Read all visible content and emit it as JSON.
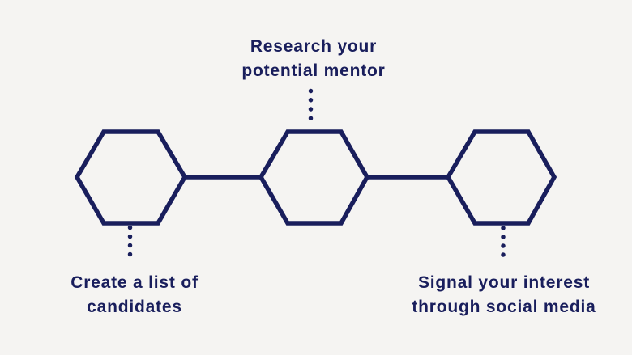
{
  "colors": {
    "navy": "#191e5c",
    "background": "#f5f4f2"
  },
  "labels": {
    "top": {
      "line1": "Research your",
      "line2": "potential mentor"
    },
    "bottom_left": {
      "line1": "Create a list of",
      "line2": "candidates"
    },
    "bottom_right": {
      "line1": "Signal your interest",
      "line2": "through social media"
    }
  }
}
